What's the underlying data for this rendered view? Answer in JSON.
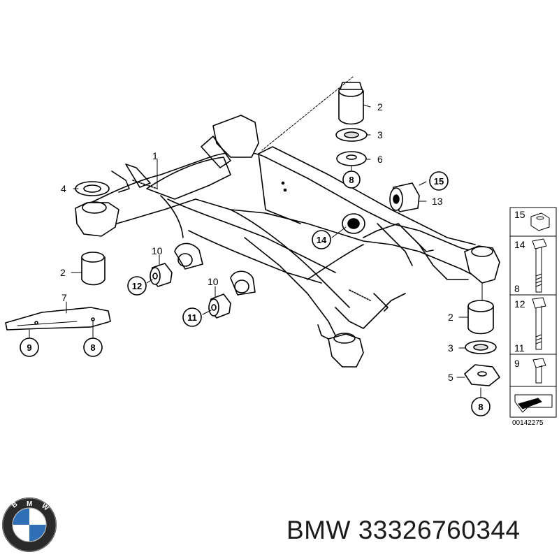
{
  "diagram": {
    "callouts": {
      "c1": "1",
      "c2a": "2",
      "c2b": "2",
      "c2c": "2",
      "c3a": "3",
      "c3b": "3",
      "c4": "4",
      "c5": "5",
      "c6": "6",
      "c7": "7",
      "c10a": "10",
      "c10b": "10",
      "c13": "13"
    },
    "bubbles": {
      "b8a": "8",
      "b8b": "8",
      "b8c": "8",
      "b9": "9",
      "b11": "11",
      "b12": "12",
      "b14": "14",
      "b15": "15"
    },
    "legend": {
      "items": [
        "15",
        "14",
        "8",
        "12",
        "11",
        "9"
      ]
    },
    "reference_code": "00142275"
  },
  "logo": {
    "text": "BMW"
  },
  "caption": "BMW 33326760344"
}
